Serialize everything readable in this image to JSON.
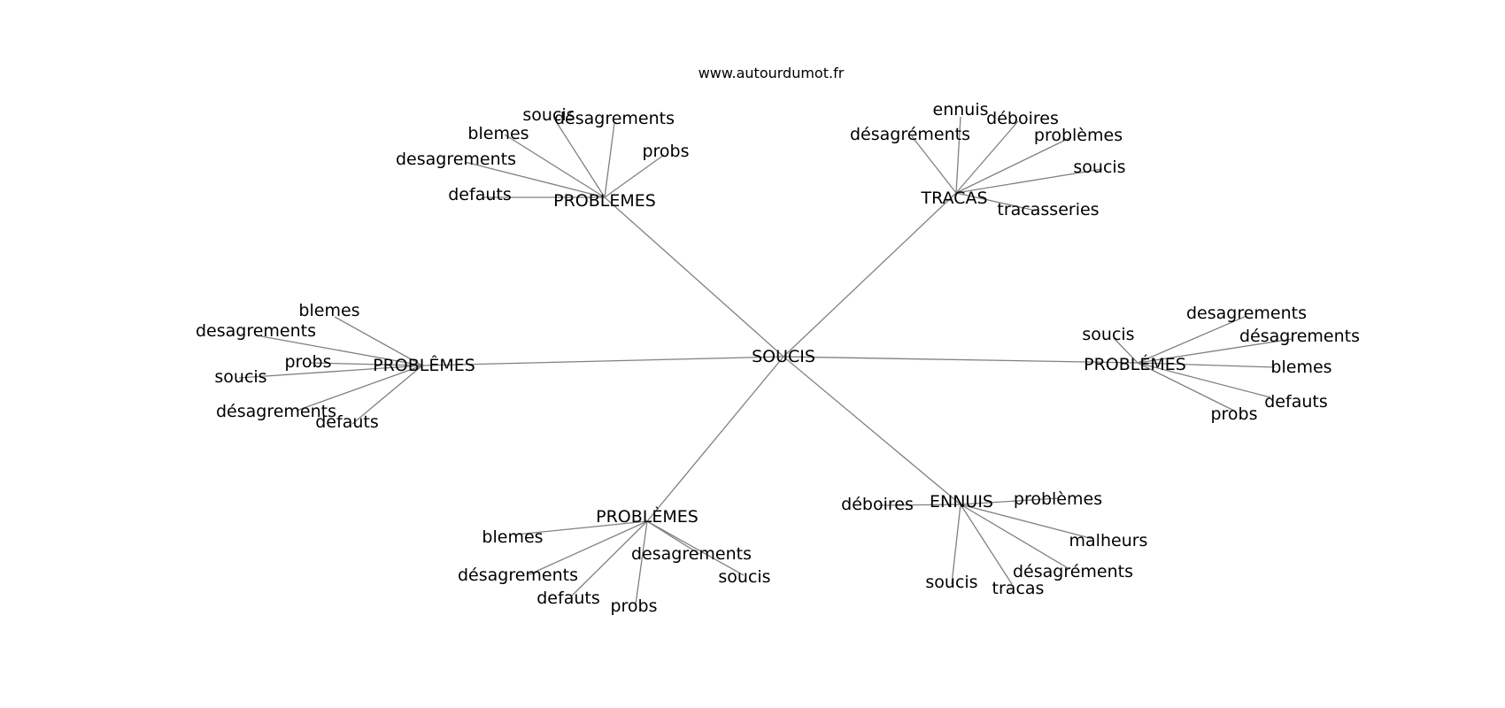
{
  "site_label": "www.autourdumot.fr",
  "center": {
    "label": "SOUCIS"
  },
  "clusters": [
    {
      "label": "PROBLEMES",
      "leaves": [
        "soucis",
        "désagrements",
        "blemes",
        "desagrements",
        "defauts",
        "probs"
      ]
    },
    {
      "label": "TRACAS",
      "leaves": [
        "ennuis",
        "déboires",
        "désagréments",
        "problèmes",
        "soucis",
        "tracasseries"
      ]
    },
    {
      "label": "PROBLÊMES",
      "leaves": [
        "blemes",
        "desagrements",
        "probs",
        "soucis",
        "désagrements",
        "defauts"
      ]
    },
    {
      "label": "PROBLÉMES",
      "leaves": [
        "desagrements",
        "soucis",
        "désagrements",
        "blemes",
        "defauts",
        "probs"
      ]
    },
    {
      "label": "PROBLÈMES",
      "leaves": [
        "blemes",
        "désagrements",
        "desagrements",
        "soucis",
        "defauts",
        "probs"
      ]
    },
    {
      "label": "ENNUIS",
      "leaves": [
        "déboires",
        "problèmes",
        "malheurs",
        "désagréments",
        "soucis",
        "tracas"
      ]
    }
  ]
}
